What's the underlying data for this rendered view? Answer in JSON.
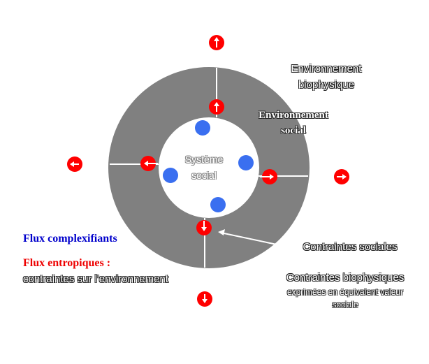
{
  "labels": {
    "env_biophysique_1": "Environnement",
    "env_biophysique_2": "biophysique",
    "env_social_1": "Environnement",
    "env_social_2": "social",
    "systeme_1": "Système",
    "systeme_2": "social",
    "contraintes_sociales": "Contraintes sociales",
    "contraintes_bio_1": "Contraintes biophysiques",
    "contraintes_bio_2": "exprimées en équivalent valeur",
    "contraintes_bio_3": "sociale",
    "flux_complexifiants": "Flux complexifiants",
    "flux_entropiques": "Flux entropiques :",
    "contraintes_env": "contraintes sur l'environnement"
  },
  "colors": {
    "ring": "#808080",
    "red": "#ff0000",
    "blue": "#3a6ff0",
    "blue_text": "#0000cc",
    "red_text": "#ee0000"
  }
}
